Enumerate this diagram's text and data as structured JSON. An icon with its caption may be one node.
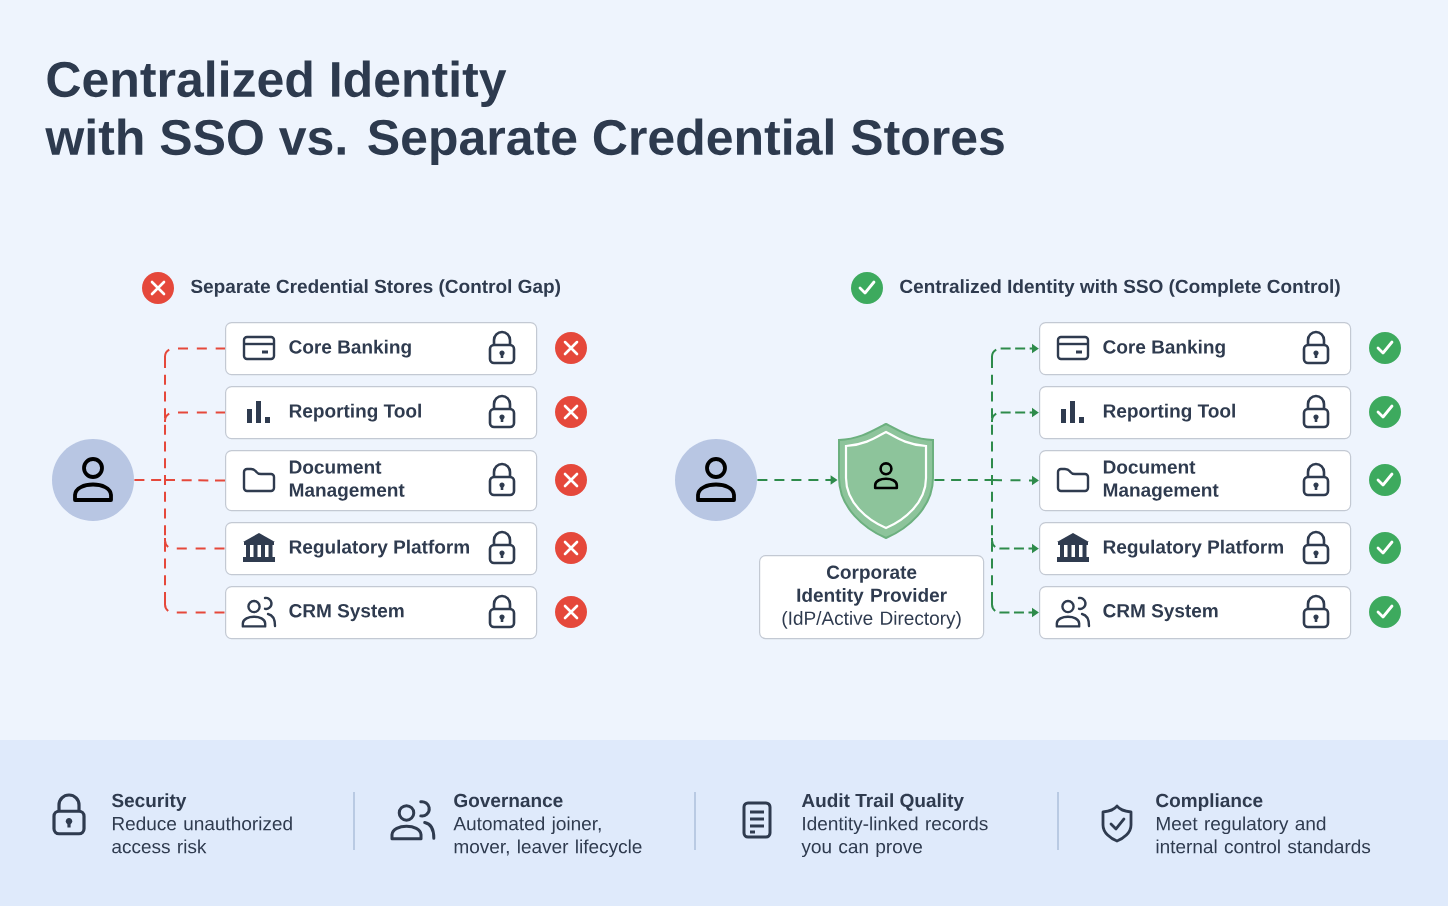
{
  "diagram": {
    "title": "Centralized Identity with SSO vs. Separate Credential Stores",
    "nodes": [
      {
        "text": [],
        "shape": "person"
      },
      {
        "text": [
          "Core Banking"
        ]
      },
      {
        "text": [
          "Reporting Tool"
        ]
      },
      {
        "text": [
          "Document Management"
        ]
      },
      {
        "text": [
          "Regulatory Platform"
        ]
      },
      {
        "text": [
          "CRM System"
        ]
      },
      {
        "text": [],
        "shape": "person"
      },
      {
        "text": [],
        "shape": "shield"
      },
      {
        "text": [
          "Corporate Identity Provider",
          "(IdP/Active Directory)"
        ]
      },
      {
        "text": [
          "Core Banking"
        ]
      },
      {
        "text": [
          "Reporting Tool"
        ]
      },
      {
        "text": [
          "Document Management"
        ]
      },
      {
        "text": [
          "Regulatory Platform"
        ]
      },
      {
        "text": [
          "CRM System"
        ]
      }
    ],
    "edges": [
      {
        "from": 0,
        "to": 1,
        "arrow": "none",
        "style": "dashed",
        "color": "#e5483b"
      },
      {
        "from": 0,
        "to": 2,
        "arrow": "none",
        "style": "dashed",
        "color": "#e5483b"
      },
      {
        "from": 0,
        "to": 3,
        "arrow": "none",
        "style": "dashed",
        "color": "#e5483b"
      },
      {
        "from": 0,
        "to": 4,
        "arrow": "none",
        "style": "dashed",
        "color": "#e5483b"
      },
      {
        "from": 0,
        "to": 5,
        "arrow": "none",
        "style": "dashed",
        "color": "#e5483b"
      },
      {
        "from": 6,
        "to": 7,
        "arrow": "to",
        "style": "dashed"
      },
      {
        "from": 7,
        "to": 9,
        "arrow": "to",
        "style": "dashed"
      },
      {
        "from": 7,
        "to": 10,
        "arrow": "to",
        "style": "dashed"
      },
      {
        "from": 7,
        "to": 11,
        "arrow": "to",
        "style": "dashed"
      },
      {
        "from": 7,
        "to": 12,
        "arrow": "to",
        "style": "dashed"
      },
      {
        "from": 7,
        "to": 13,
        "arrow": "to",
        "style": "dashed"
      }
    ],
    "labels": [
      "Separate Credential Stores (Control Gap)",
      "Centralized Identity with SSO (Complete Control)",
      "Security",
      "Reduce unauthorized access risk",
      "Governance",
      "Automated joiner, mover, leaver lifecycle",
      "Audit Trail Quality",
      "Identity-linked records you can prove",
      "Compliance",
      "Meet regulatory and internal control standards"
    ]
  }
}
